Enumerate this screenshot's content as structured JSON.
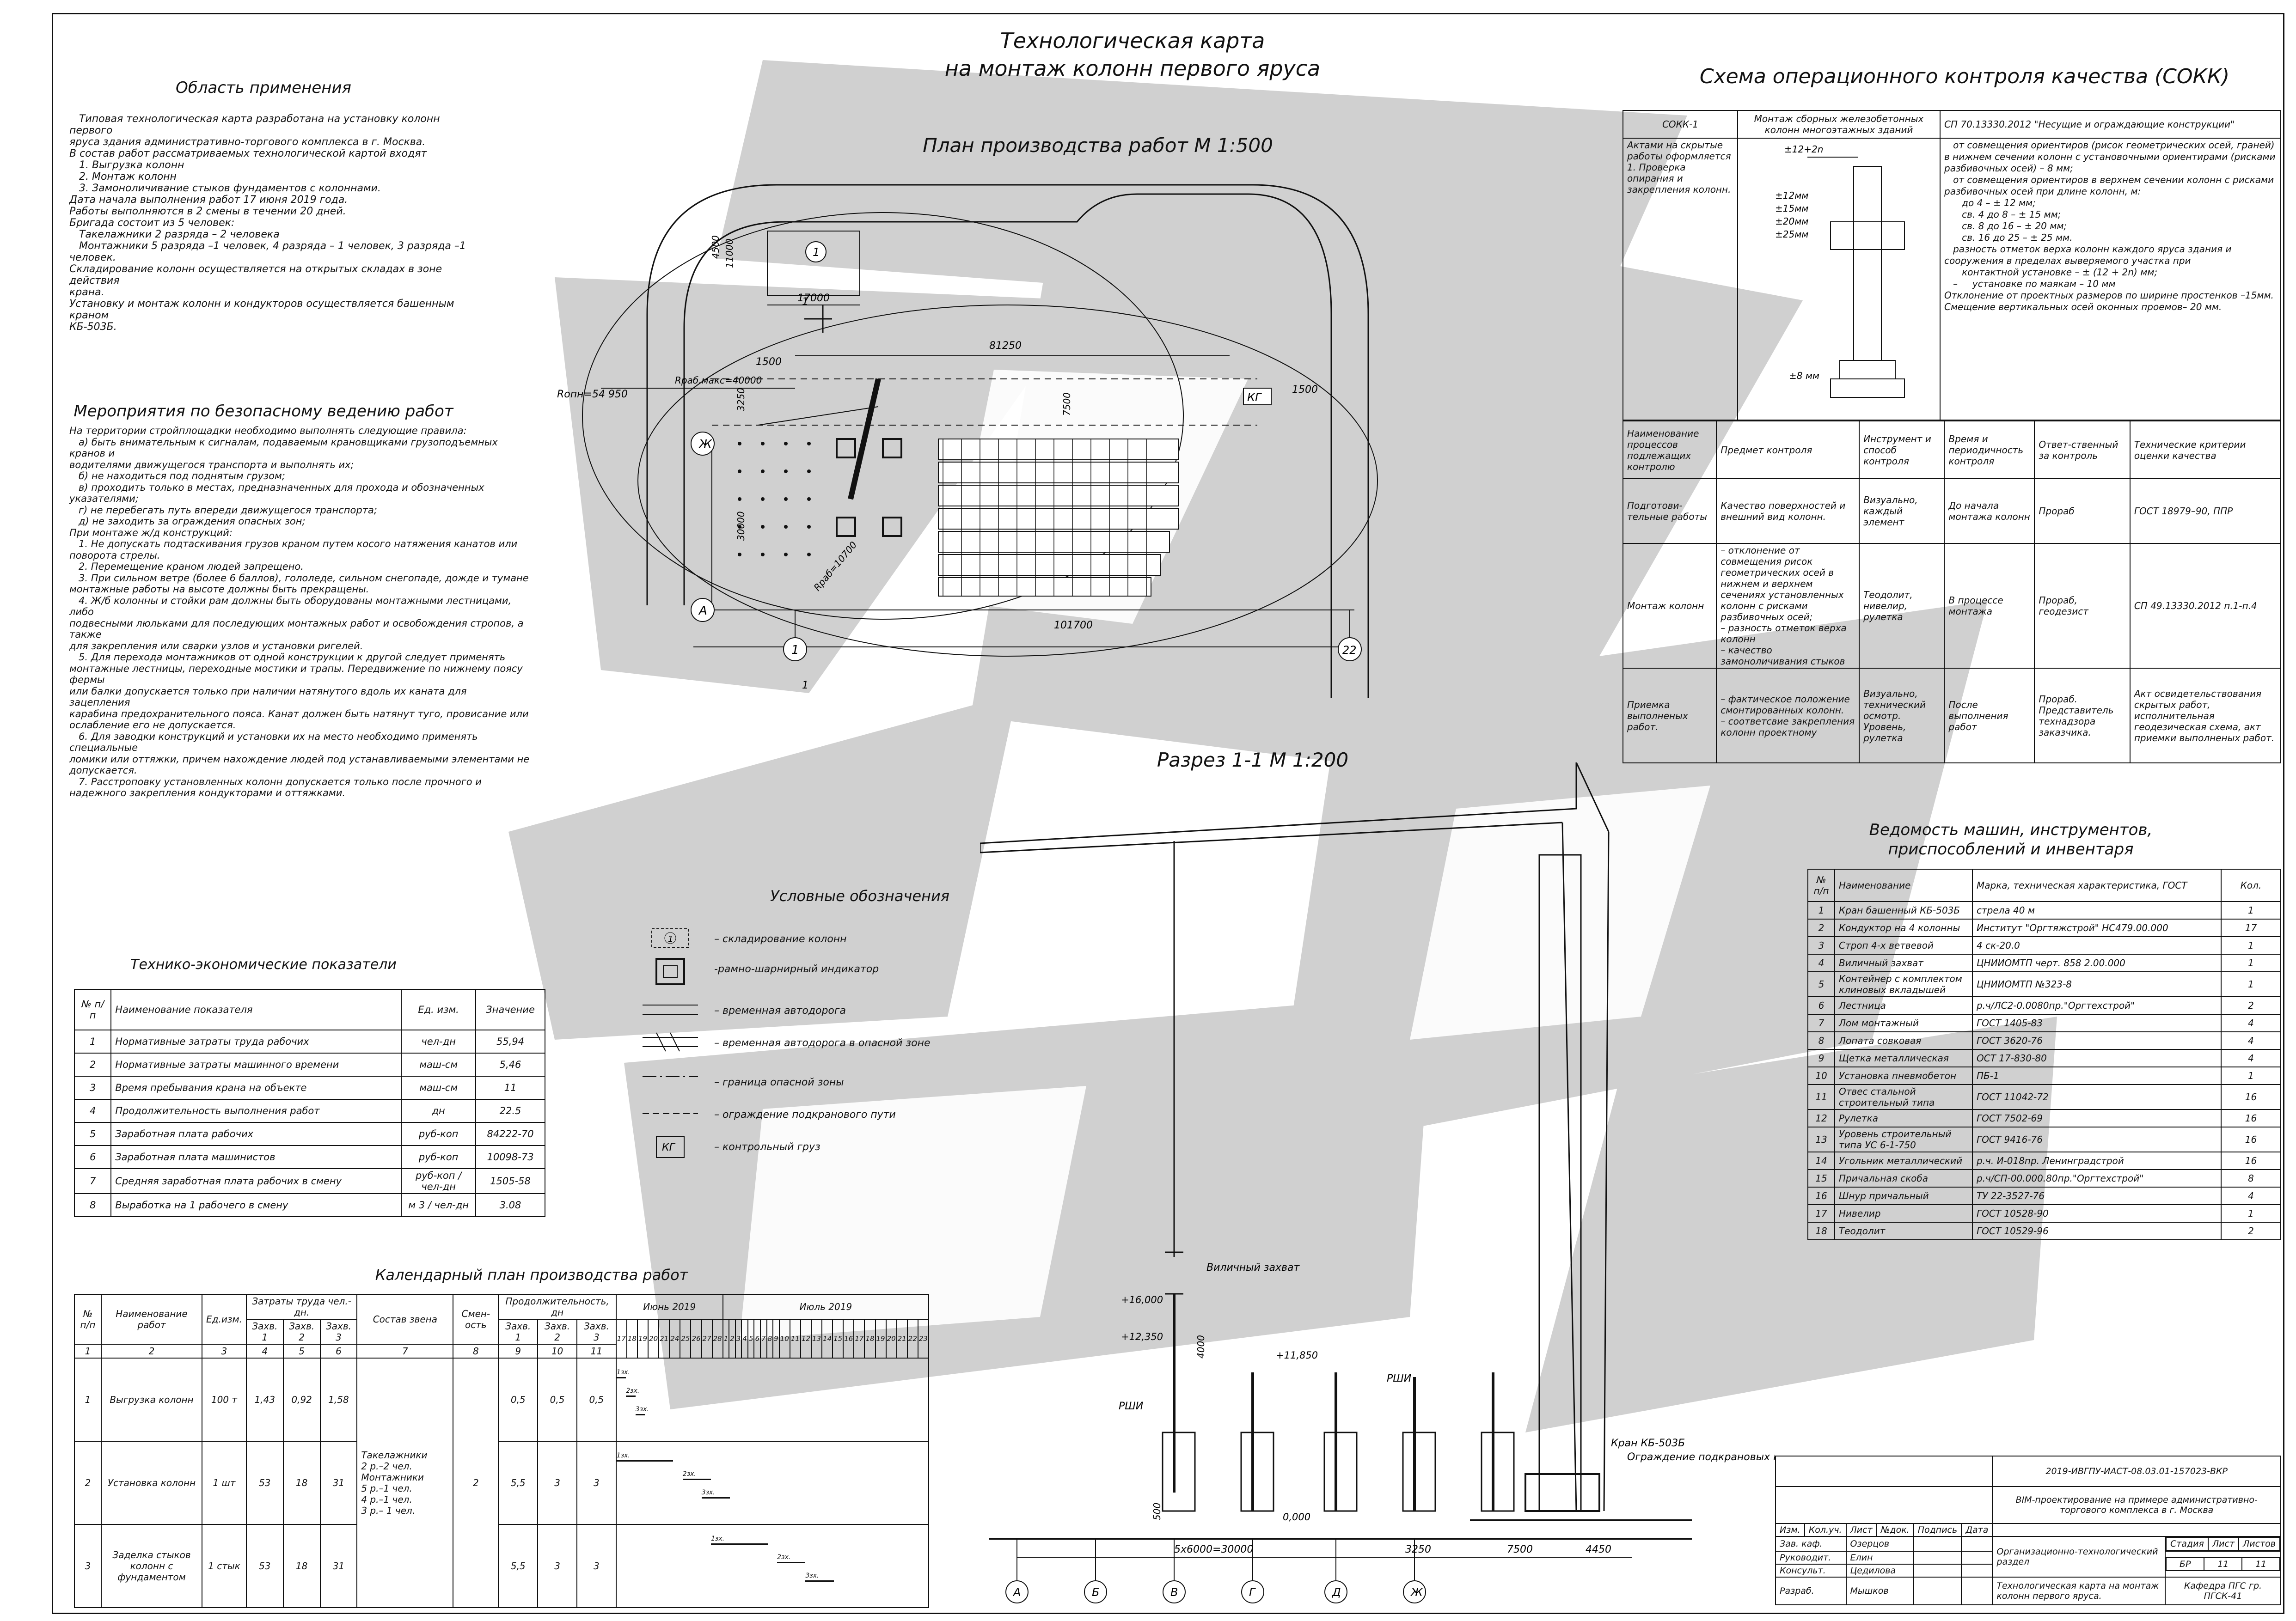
{
  "header": {
    "title_line1": "Технологическая карта",
    "title_line2": "на монтаж колонн первого яруса"
  },
  "scope": {
    "heading": "Область применения",
    "text": "   Типовая технологическая карта разработана на установку колонн первого\nяруса здания административно-торгового комплекса в г. Москва.\nВ состав работ рассматриваемых технологической картой входят\n   1. Выгрузка колонн\n   2. Монтаж колонн\n   3. Замоноличивание стыков фундаментов с колоннами.\nДата начала выполнения работ 17 июня 2019 года.\nРаботы выполняются в 2 смены в течении 20 дней.\nБригада состоит из 5 человек:\n   Такелажники 2 разряда – 2 человека\n   Монтажники 5 разряда –1 человек, 4 разряда – 1 человек, 3 разряда –1\nчеловек.\nСкладирование колонн осуществляется на открытых складах в зоне действия\nкрана.\nУстановку и монтаж колонн и кондукторов осуществляется башенным краном\nКБ-503Б."
  },
  "safety": {
    "heading": "Мероприятия по безопасному ведению работ",
    "text": "На территории стройплощадки необходимо выполнять следующие правила:\n   а) быть внимательным к сигналам, подаваемым крановщиками грузоподъемных кранов и\nводителями движущегося транспорта и выполнять их;\n   б) не находиться под поднятым грузом;\n   в) проходить только в местах, предназначенных для прохода и обозначенных\nуказателями;\n   г) не перебегать путь впереди движущегося транспорта;\n   д) не заходить за ограждения опасных зон;\nПри монтаже ж/д конструкций:\n   1. Не допускать подтаскивания грузов краном путем косого натяжения канатов или\nповорота стрелы.\n   2. Перемещение краном людей запрещено.\n   3. При сильном ветре (более 6 баллов), гололеде, сильном снегопаде, дожде и тумане\nмонтажные работы на высоте должны быть прекращены.\n   4. Ж/б колонны и стойки рам должны быть оборудованы монтажными лестницами, либо\nподвесными люльками для последующих монтажных работ и освобождения стропов, а\nтакже\nдля закрепления или сварки узлов и установки ригелей.\n   5. Для перехода монтажников от одной конструкции к другой следует применять\nмонтажные лестницы, переходные мостики и трапы. Передвижение по нижнему поясу\nфермы\nили балки допускается только при наличии натянутого вдоль их каната для\nзацепления\nкарабина предохранительного пояса. Канат должен быть натянут туго, провисание или\nослабление его не допускается.\n   6. Для заводки конструкций и установки их на место необходимо применять\nспециальные\nломики или оттяжки, причем нахождение людей под устанавливаемыми элементами не\nдопускается.\n   7. Расстроповку установленных колонн допускается только после прочного и\nнадежного закрепления кондукторами и оттяжками."
  },
  "tep": {
    "heading": "Технико-экономические показатели",
    "headers": [
      "№ п/п",
      "Наименование показателя",
      "Ед. изм.",
      "Значение"
    ],
    "rows": [
      [
        "1",
        "Нормативные затраты труда рабочих",
        "чел-дн",
        "55,94"
      ],
      [
        "2",
        "Нормативные затраты машинного времени",
        "маш-см",
        "5,46"
      ],
      [
        "3",
        "Время пребывания крана на объекте",
        "маш-см",
        "11"
      ],
      [
        "4",
        "Продолжительность выполнения работ",
        "дн",
        "22.5"
      ],
      [
        "5",
        "Заработная плата рабочих",
        "руб-коп",
        "84222-70"
      ],
      [
        "6",
        "Заработная плата машинистов",
        "руб-коп",
        "10098-73"
      ],
      [
        "7",
        "Средняя заработная плата рабочих в смену",
        "руб-коп / чел-дн",
        "1505-58"
      ],
      [
        "8",
        "Выработка на 1 рабочего в смену",
        "м 3 / чел-дн",
        "3.08"
      ]
    ]
  },
  "calendar": {
    "heading": "Календарный план производства работ",
    "head1": [
      "№ п/п",
      "Наименование работ",
      "Ед.изм.",
      "Затраты труда чел.-дн.",
      "Состав звена",
      "Смен-ость",
      "Продолжительность, дн",
      "Июнь 2019",
      "Июль 2019"
    ],
    "head2": [
      "Захв. 1",
      "Захв. 2",
      "Захв. 3",
      "Захв. 1",
      "Захв. 2",
      "Захв. 3"
    ],
    "nums": [
      "1",
      "2",
      "3",
      "4",
      "5",
      "6",
      "7",
      "8",
      "9",
      "10",
      "11"
    ],
    "june_days": [
      "17",
      "18",
      "19",
      "20",
      "21",
      "24",
      "25",
      "26",
      "27",
      "28"
    ],
    "july_days": [
      "1",
      "2",
      "3",
      "4",
      "5",
      "6",
      "7",
      "8",
      "9",
      "10",
      "11",
      "12",
      "13",
      "14",
      "15",
      "16",
      "17",
      "18",
      "19",
      "20",
      "21",
      "22",
      "23"
    ],
    "rows": [
      {
        "n": "1",
        "name": "Выгрузка колонн",
        "unit": "100 т",
        "z1": "1,43",
        "z2": "0,92",
        "z3": "1,58",
        "d1": "0,5",
        "d2": "0,5",
        "d3": "0,5"
      },
      {
        "n": "2",
        "name": "Установка колонн",
        "unit": "1 шт",
        "z1": "53",
        "z2": "18",
        "z3": "31",
        "d1": "5,5",
        "d2": "3",
        "d3": "3"
      },
      {
        "n": "3",
        "name": "Заделка стыков колонн с фундаментом",
        "unit": "1 стык",
        "z1": "53",
        "z2": "18",
        "z3": "31",
        "d1": "5,5",
        "d2": "3",
        "d3": "3"
      }
    ],
    "crew": "Такелажники\n2 р.–2 чел.\nМонтажники\n5 р.–1 чел.\n4 р.–1 чел.\n3 р.– 1 чел.",
    "shift": "2",
    "bar_labels": [
      "1зх.",
      "2зх.",
      "3зх."
    ]
  },
  "plan": {
    "heading": "План производства работ  М 1:500",
    "dims": {
      "d17000": "17000",
      "d4500": "4500",
      "d11000": "11000",
      "d81250": "81250",
      "d1500": "1500",
      "d3250": "3250",
      "d7500": "7500",
      "d30000": "30000",
      "d101700": "101700",
      "r_opn": "Rопн=54 950",
      "r_max": "Rраб.макс=40000",
      "r_min": "Rраб=10700",
      "kg": "КГ",
      "d1500b": "1500"
    },
    "axes": [
      "Ж",
      "А",
      "1",
      "22"
    ],
    "section_mark": "1",
    "stock": "1"
  },
  "section": {
    "heading": "Разрез 1-1 М 1:200",
    "labels": {
      "grip": "Виличный захват",
      "crane": "Кран КБ-503Б",
      "fence": "Ограждение подкрановых путей",
      "rsh1": "РШИ",
      "rsh2": "РШИ",
      "h16": "+16,000",
      "h12": "+12,350",
      "h11": "+11,850",
      "h0": "0,000",
      "d4000": "4000",
      "d500": "500",
      "span": "5х6000=30000",
      "d3250": "3250",
      "d7500": "7500",
      "d4450": "4450"
    },
    "axes": [
      "А",
      "Б",
      "В",
      "Г",
      "Д",
      "Ж"
    ]
  },
  "legend": {
    "heading": "Условные обозначения",
    "items": [
      "– складирование колонн",
      "-рамно-шарнирный индикатор",
      "– временная автодорога",
      "– временная автодорога в опасной зоне",
      "– граница опасной зоны",
      "– ограждение подкранового пути",
      "– контрольный груз"
    ],
    "kg": "КГ",
    "stock_num": "1"
  },
  "sokk": {
    "heading": "Схема операционного контроля качества (СОКК)",
    "top": {
      "code": "СОКК-1",
      "title": "Монтаж сборных железобетонных колонн многоэтажных зданий",
      "sp": "СП 70.13330.2012 \"Несущие и ограждающие конструкции\"",
      "acts": "Актами на скрытые работы оформляется 1. Проверка опирания и закрепления колонн.",
      "spec": "   от совмещения ориентиров (рисок геометрических осей, граней) в нижнем сечении колонн с установочными ориентирами (рисками разбивочных осей) – 8 мм;\n   от совмещения ориентиров в верхнем сечении колонн с рисками разбивочных осей при длине колонн, м:\n      до 4 – ± 12 мм;\n      св. 4 до 8 – ± 15 мм;\n      св. 8 до 16 – ± 20 мм;\n      св. 16 до 25 – ± 25 мм.\n   разность отметок верха колонн каждого яруса здания и сооружения в пределах выверяемого участка при\n      контактной установке – ± (12 + 2n) мм;\n   –     установке по маякам – 10 мм\nОтклонение от проектных размеров по ширине простенков –15мм.\nСмещение вертикальных осей оконных проемов– 20 мм.",
      "tol": [
        "±12+2n",
        "±12мм",
        "±15мм",
        "±20мм",
        "±25мм",
        "±8 мм"
      ]
    },
    "headers": [
      "Наименование процессов подлежащих контролю",
      "Предмет контроля",
      "Инструмент и способ контроля",
      "Время и периодичность контроля",
      "Ответ-ственный за контроль",
      "Технические критерии оценки качества"
    ],
    "rows": [
      [
        "Подготови-тельные работы",
        "Качество поверхностей и внешний вид колонн.",
        "Визуально, каждый элемент",
        "До начала монтажа колонн",
        "Прораб",
        "ГОСТ 18979–90, ППР"
      ],
      [
        "Монтаж колонн",
        "– отклонение от совмещения рисок геометрических осей в нижнем и верхнем сечениях установленных колонн с рисками разбивочных осей;\n– разность отметок верха колонн\n– качество замоноличивания стыков",
        "Теодолит, нивелир, рулетка",
        "В процессе монтажа",
        "Прораб, геодезист",
        "СП 49.13330.2012 п.1-п.4"
      ],
      [
        "Приемка выполненых работ.",
        "– фактическое положение смонтированных колонн.\n– соответсвие закрепления колонн проектному",
        "Визуально, технический осмотр. Уровень, рулетка",
        "После выполнения работ",
        "Прораб. Представитель технадзора заказчика.",
        "Акт освидетельствования скрытых работ, исполнительная геодезическая схема, акт приемки выполненых работ."
      ]
    ]
  },
  "machines": {
    "heading_l1": "Ведомость машин, инструментов,",
    "heading_l2": "приспособлений и инвентаря",
    "headers": [
      "№ п/п",
      "Наименование",
      "Марка, техническая характеристика, ГОСТ",
      "Кол."
    ],
    "rows": [
      [
        "1",
        "Кран башенный КБ-503Б",
        "стрела 40 м",
        "1"
      ],
      [
        "2",
        "Кондуктор на 4 колонны",
        "Институт \"Оргтяжстрой\" НС479.00.000",
        "17"
      ],
      [
        "3",
        "Строп 4-х ветвевой",
        "4 ск-20.0",
        "1"
      ],
      [
        "4",
        "Виличный захват",
        "ЦНИИОМТП черт. 858 2.00.000",
        "1"
      ],
      [
        "5",
        "Контейнер с комплектом клиновых вкладышей",
        "ЦНИИОМТП №323-8",
        "1"
      ],
      [
        "6",
        "Лестница",
        "р.ч/ЛС2-0.0080пр.\"Оргтехстрой\"",
        "2"
      ],
      [
        "7",
        "Лом монтажный",
        "ГОСТ 1405-83",
        "4"
      ],
      [
        "8",
        "Лопата совковая",
        "ГОСТ 3620-76",
        "4"
      ],
      [
        "9",
        "Щетка металлическая",
        "ОСТ 17-830-80",
        "4"
      ],
      [
        "10",
        "Установка пневмобетон",
        "ПБ-1",
        "1"
      ],
      [
        "11",
        "Отвес стальной строительный типа",
        "ГОСТ 11042-72",
        "16"
      ],
      [
        "12",
        "Рулетка",
        "ГОСТ 7502-69",
        "16"
      ],
      [
        "13",
        "Уровень строительный типа УС 6-1-750",
        "ГОСТ 9416-76",
        "16"
      ],
      [
        "14",
        "Угольник металлический",
        "р.ч. И-018пр. Ленинградстрой",
        "16"
      ],
      [
        "15",
        "Причальная скоба",
        "р.ч/СП-00.000.80пр.\"Оргтехстрой\"",
        "8"
      ],
      [
        "16",
        "Шнур причальный",
        "ТУ 22-3527-76",
        "4"
      ],
      [
        "17",
        "Нивелир",
        "ГОСТ 10528-90",
        "1"
      ],
      [
        "18",
        "Теодолит",
        "ГОСТ 10529-96",
        "2"
      ]
    ]
  },
  "stamp": {
    "code": "2019-ИВГПУ-ИАСТ-08.03.01-157023-ВКР",
    "project": "BIM-проектирование на примере административно-торгового комплекса в г. Москва",
    "section": "Организационно-технологический раздел",
    "sheet_title": "Технологическая карта на монтаж колонн первого яруса.",
    "dept": "Кафедра ПГС гр. ПГСК-41",
    "col_headers": [
      "Изм.",
      "Кол.уч.",
      "Лист",
      "№док.",
      "Подпись",
      "Дата"
    ],
    "people": [
      [
        "Зав. каф.",
        "Озерцов"
      ],
      [
        "Руководит.",
        "Елин"
      ],
      [
        "Консульт.",
        "Цедилова"
      ],
      [
        "Разраб.",
        "Мышков"
      ]
    ],
    "stage_h": [
      "Стадия",
      "Лист",
      "Листов"
    ],
    "stage_v": [
      "БР",
      "11",
      "11"
    ]
  }
}
